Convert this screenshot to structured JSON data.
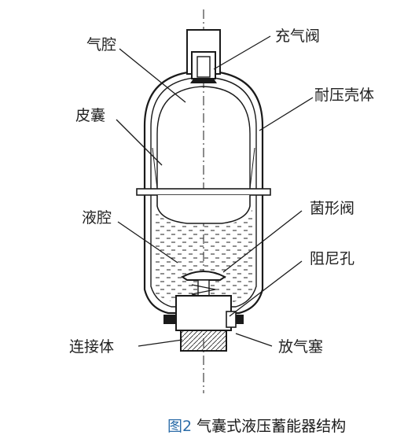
{
  "labels": {
    "gas_chamber": "气腔",
    "bladder": "皮囊",
    "liquid_chamber": "液腔",
    "connector": "连接体",
    "charging_valve": "充气阀",
    "pressure_shell": "耐压壳体",
    "poppet_valve": "菌形阀",
    "damping_hole": "阻尼孔",
    "vent_plug": "放气塞"
  },
  "caption": {
    "figure_number": "图2",
    "title": "气囊式液压蓄能器结构"
  },
  "colors": {
    "line": "#1a1a1a",
    "caption_number": "#2b6ca8",
    "text": "#222222"
  }
}
